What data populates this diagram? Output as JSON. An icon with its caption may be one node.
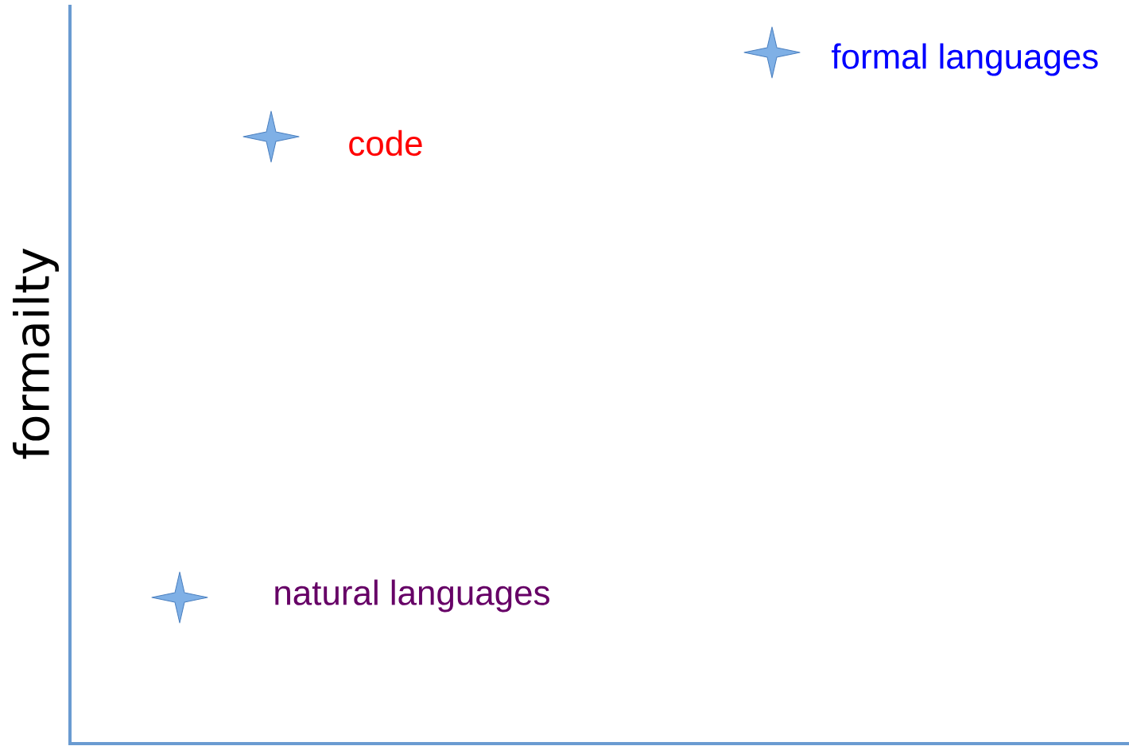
{
  "diagram": {
    "nodes": [
      {
        "text": [],
        "shape": "star",
        "beside": [
          "formal languages"
        ]
      },
      {
        "text": [],
        "shape": "star",
        "beside": [
          "code"
        ]
      },
      {
        "text": [],
        "shape": "star",
        "beside": [
          "natural languages"
        ]
      }
    ],
    "labels": [
      "formailty"
    ]
  }
}
